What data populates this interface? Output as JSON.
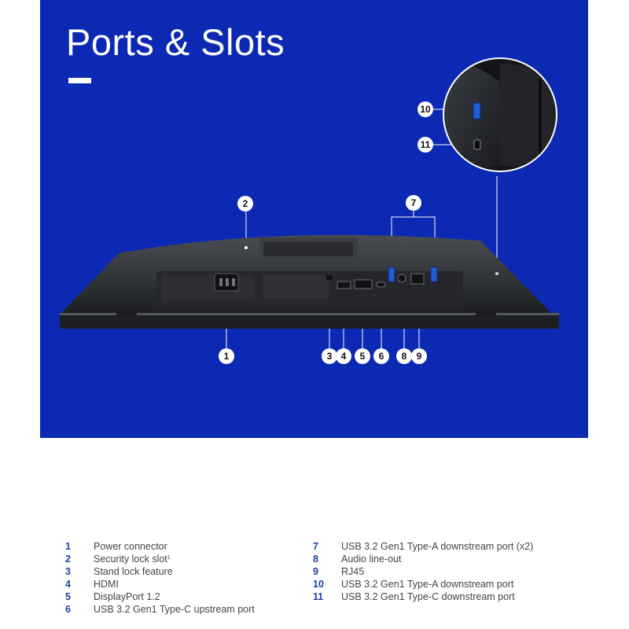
{
  "title": "Ports & Slots",
  "colors": {
    "panel": "#0b29b3",
    "accent": "#ffffff",
    "legend_number": "#1e40a8",
    "legend_text": "#444444"
  },
  "callouts": {
    "c1": "1",
    "c2": "2",
    "c3": "3",
    "c4": "4",
    "c5": "5",
    "c6": "6",
    "c7": "7",
    "c8": "8",
    "c9": "9",
    "c10": "10",
    "c11": "11"
  },
  "legend": {
    "left": [
      {
        "num": "1",
        "text": "Power connector"
      },
      {
        "num": "2",
        "text": "Security lock slot",
        "sup": "1"
      },
      {
        "num": "3",
        "text": "Stand lock feature"
      },
      {
        "num": "4",
        "text": "HDMI"
      },
      {
        "num": "5",
        "text": "DisplayPort 1.2"
      },
      {
        "num": "6",
        "text": "USB 3.2 Gen1 Type-C upstream port"
      }
    ],
    "right": [
      {
        "num": "7",
        "text": "USB 3.2 Gen1 Type-A downstream port (x2)"
      },
      {
        "num": "8",
        "text": "Audio line-out"
      },
      {
        "num": "9",
        "text": "RJ45"
      },
      {
        "num": "10",
        "text": "USB 3.2 Gen1 Type-A downstream port"
      },
      {
        "num": "11",
        "text": "USB 3.2 Gen1 Type-C downstream port"
      }
    ]
  }
}
